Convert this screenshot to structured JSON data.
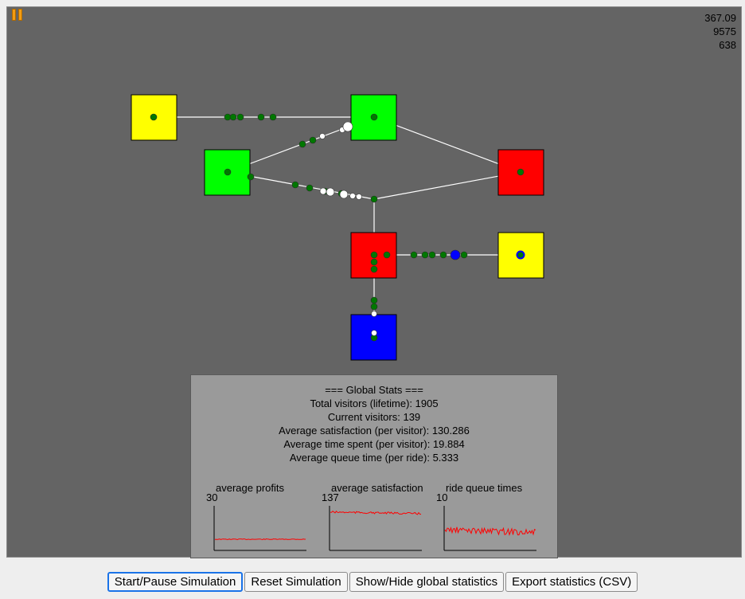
{
  "counters": {
    "time": "367.09",
    "money": "9575",
    "visitors_count": "638"
  },
  "colors": {
    "background": "#646464",
    "ride_yellow": "#ffff00",
    "ride_green": "#00ff00",
    "ride_red": "#ff0000",
    "ride_blue": "#0000ff",
    "visitor": "#007700",
    "visitor_white": "#ffffff",
    "pause_icon": "#f39c12",
    "chart_line": "#ff0000"
  },
  "stats": {
    "lines": [
      "=== Global Stats ===",
      "Total visitors (lifetime): 1905",
      "Current visitors: 139",
      "Average satisfaction (per visitor): 130.286",
      "Average time spent (per visitor): 19.884",
      "Average queue time (per ride): 5.333"
    ],
    "charts": [
      {
        "title": "average profits",
        "max": "30",
        "level": 0.25
      },
      {
        "title": "average satisfaction",
        "max": "137",
        "level": 0.86
      },
      {
        "title": "ride queue times",
        "max": "10",
        "level": 0.46
      }
    ]
  },
  "buttons": {
    "start_pause": "Start/Pause Simulation",
    "reset": "Reset Simulation",
    "toggle_stats": "Show/Hide global statistics",
    "export": "Export statistics (CSV)"
  },
  "icons": {
    "pause": "pause-icon"
  }
}
